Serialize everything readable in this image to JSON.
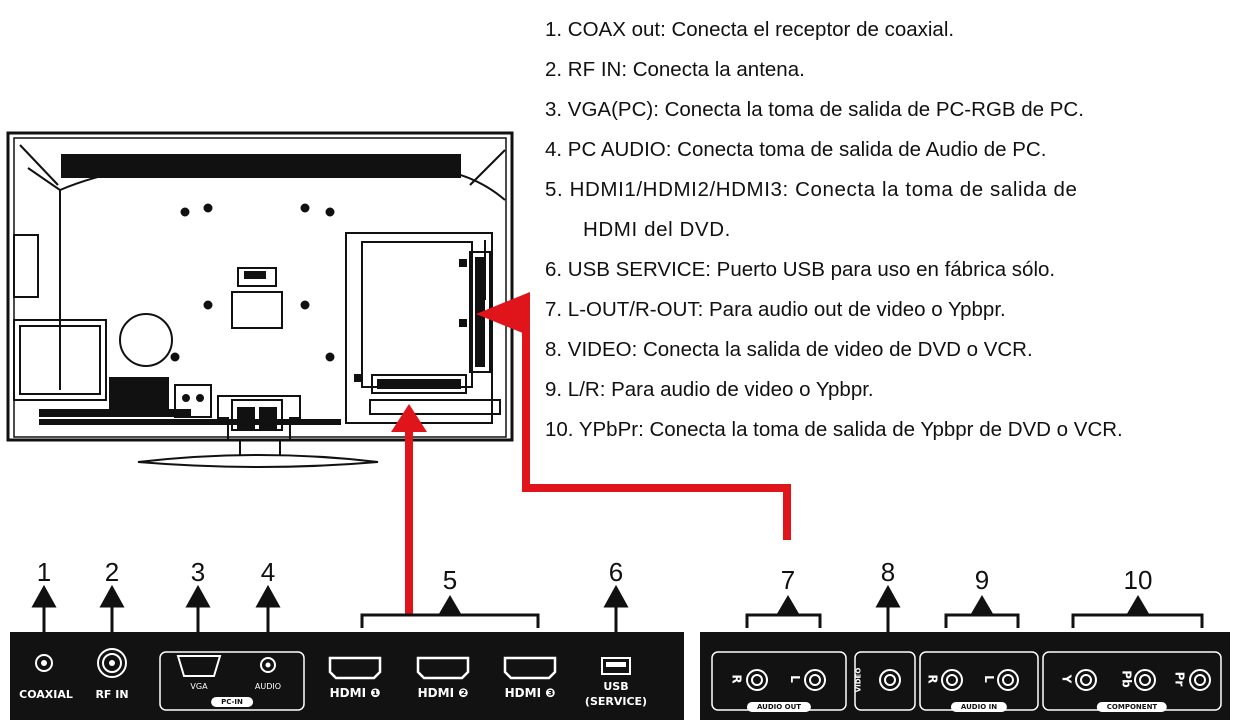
{
  "legend": [
    "1.  COAX out: Conecta el receptor de coaxial.",
    "2. RF IN: Conecta la antena.",
    "3.  VGA(PC): Conecta la toma de salida de PC-RGB de PC.",
    "4.  PC AUDIO: Conecta toma de salida de Audio de PC.",
    "5.  HDMI1/HDMI2/HDMI3: Conecta la toma de salida de",
    "HDMI del DVD.",
    "6. USB SERVICE: Puerto USB para uso en fábrica sólo.",
    "7.  L-OUT/R-OUT: Para audio out de video o Ypbpr.",
    "8.  VIDEO: Conecta la salida de video de DVD o VCR.",
    "9.  L/R: Para audio de video o Ypbpr.",
    "10.  YPbPr: Conecta la toma de salida de Ypbpr de DVD o VCR."
  ],
  "callouts": [
    "1",
    "2",
    "3",
    "4",
    "5",
    "6",
    "7",
    "8",
    "9",
    "10"
  ],
  "panel_left": {
    "coaxial": "COAXIAL",
    "rfin": "RF IN",
    "vga": "VGA",
    "audio": "AUDIO",
    "pcin": "PC-IN",
    "hdmi1": "HDMI ❶",
    "hdmi2": "HDMI ❷",
    "hdmi3": "HDMI ❸",
    "usb": "USB",
    "service": "(SERVICE)"
  },
  "panel_right": {
    "audio_out": "AUDIO OUT",
    "video": "VIDEO",
    "audio_in": "AUDIO IN",
    "component": "COMPONENT",
    "r1": "R",
    "l1": "L",
    "r2": "R",
    "l2": "L",
    "y": "Y",
    "pb": "Pb",
    "pr": "Pr"
  },
  "colors": {
    "arrow_red": "#e0151b",
    "panel": "#121212",
    "line": "#111111"
  }
}
